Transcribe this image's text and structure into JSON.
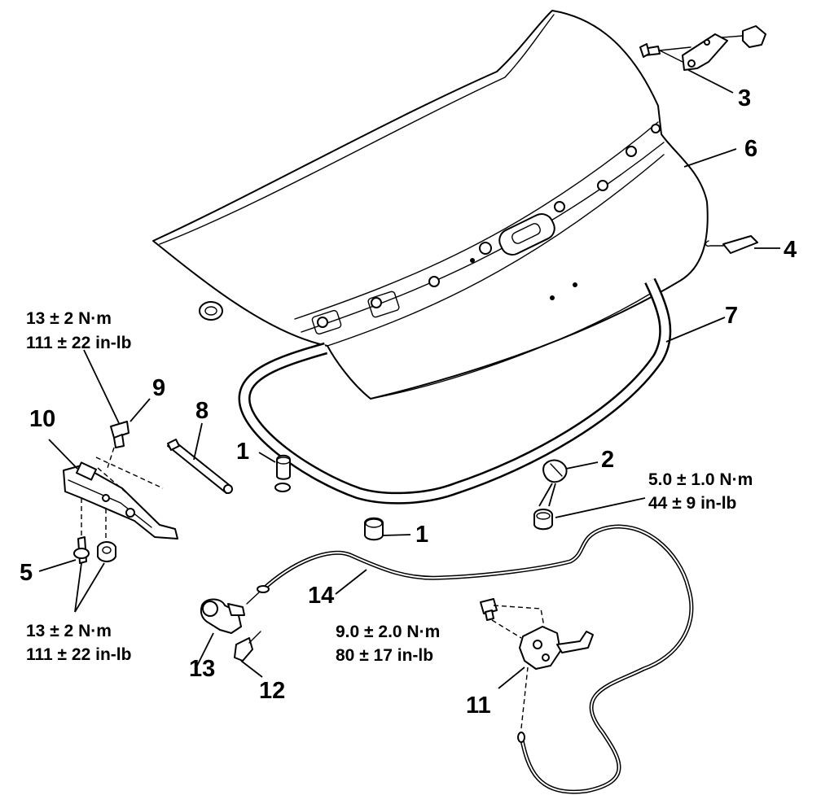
{
  "callouts": {
    "c1a": "1",
    "c1b": "1",
    "c2": "2",
    "c3": "3",
    "c4": "4",
    "c5": "5",
    "c6": "6",
    "c7": "7",
    "c8": "8",
    "c9": "9",
    "c10": "10",
    "c11": "11",
    "c12": "12",
    "c13": "13",
    "c14": "14"
  },
  "torques": {
    "hinge_bolt": {
      "metric": "13 ± 2 N·m",
      "imperial": "111 ± 22 in-lb"
    },
    "hinge_nuts": {
      "metric": "13 ± 2 N·m",
      "imperial": "111 ± 22 in-lb"
    },
    "striker_bolt": {
      "metric": "5.0 ± 1.0 N·m",
      "imperial": "44 ± 9 in-lb"
    },
    "latch_bolt": {
      "metric": "9.0 ± 2.0 N·m",
      "imperial": "80 ± 17 in-lb"
    }
  }
}
